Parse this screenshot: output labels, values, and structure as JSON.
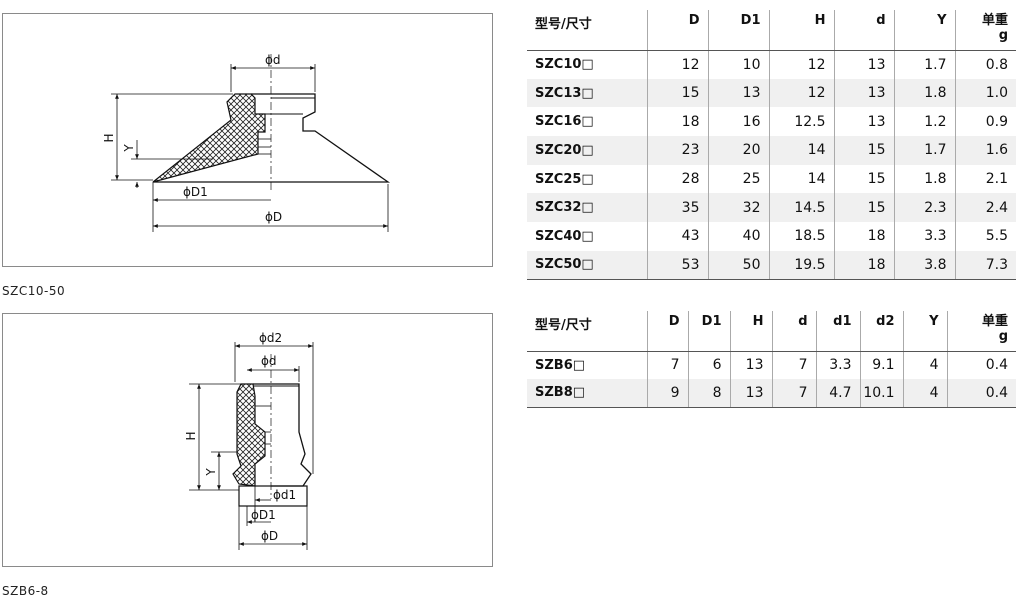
{
  "captions": {
    "szc": "SZC10-50",
    "szb": "SZB6-8"
  },
  "diagram1": {
    "d": "ϕd",
    "H": "H",
    "Y": "Y",
    "D1": "ϕD1",
    "D": "ϕD"
  },
  "diagram2": {
    "d2": "ϕd2",
    "d": "ϕd",
    "H": "H",
    "Y": "Y",
    "d1": "ϕd1",
    "D1": "ϕD1",
    "D": "ϕD"
  },
  "table1": {
    "headers": [
      "型号/尺寸",
      "D",
      "D1",
      "H",
      "d",
      "Y",
      "单重",
      "g"
    ],
    "rows": [
      [
        "SZC10□",
        "12",
        "10",
        "12",
        "13",
        "1.7",
        "0.8"
      ],
      [
        "SZC13□",
        "15",
        "13",
        "12",
        "13",
        "1.8",
        "1.0"
      ],
      [
        "SZC16□",
        "18",
        "16",
        "12.5",
        "13",
        "1.2",
        "0.9"
      ],
      [
        "SZC20□",
        "23",
        "20",
        "14",
        "15",
        "1.7",
        "1.6"
      ],
      [
        "SZC25□",
        "28",
        "25",
        "14",
        "15",
        "1.8",
        "2.1"
      ],
      [
        "SZC32□",
        "35",
        "32",
        "14.5",
        "15",
        "2.3",
        "2.4"
      ],
      [
        "SZC40□",
        "43",
        "40",
        "18.5",
        "18",
        "3.3",
        "5.5"
      ],
      [
        "SZC50□",
        "53",
        "50",
        "19.5",
        "18",
        "3.8",
        "7.3"
      ]
    ]
  },
  "table2": {
    "headers": [
      "型号/尺寸",
      "D",
      "D1",
      "H",
      "d",
      "d1",
      "d2",
      "Y",
      "单重",
      "g"
    ],
    "rows": [
      [
        "SZB6□",
        "7",
        "6",
        "13",
        "7",
        "3.3",
        "9.1",
        "4",
        "0.4"
      ],
      [
        "SZB8□",
        "9",
        "8",
        "13",
        "7",
        "4.7",
        "10.1",
        "4",
        "0.4"
      ]
    ]
  }
}
